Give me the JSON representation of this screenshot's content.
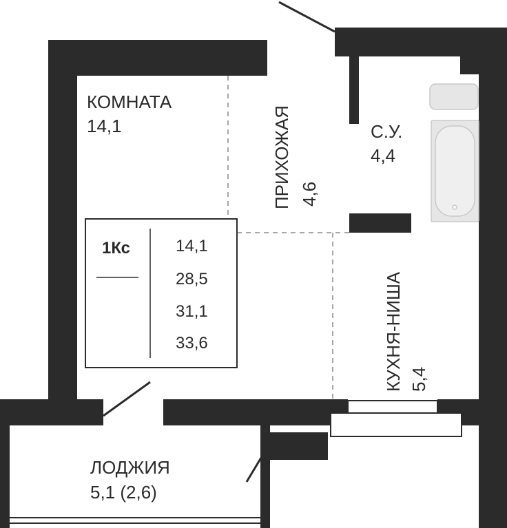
{
  "rooms": {
    "room": {
      "name": "КОМНАТА",
      "area": "14,1"
    },
    "hallway": {
      "name": "ПРИХОЖАЯ",
      "area": "4,6"
    },
    "bathroom": {
      "name": "С.У.",
      "area": "4,4"
    },
    "kitchen": {
      "name": "КУХНЯ-НИША",
      "area": "5,4"
    },
    "loggia": {
      "name": "ЛОДЖИЯ",
      "area": "5,1 (2,6)"
    }
  },
  "summary": {
    "type": "1Кс",
    "values": [
      "14,1",
      "28,5",
      "31,1",
      "33,6"
    ]
  },
  "colors": {
    "wall": "#2b2b2b",
    "text": "#2a2a2a",
    "fixture": "#e6e6e6",
    "dash": "#8a8a8a"
  }
}
